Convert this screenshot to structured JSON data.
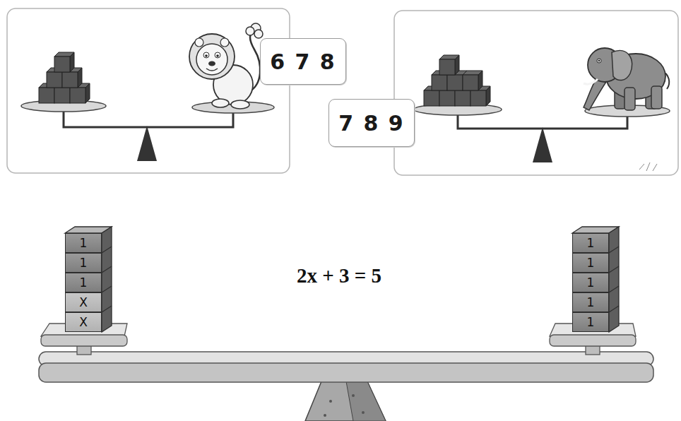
{
  "diagram": {
    "nodes": [
      {
        "text": [
          "6 7 8"
        ]
      },
      {
        "text": [
          "7 8 9"
        ]
      },
      {
        "text": [
          "1"
        ]
      },
      {
        "text": [
          "1"
        ]
      },
      {
        "text": [
          "1"
        ]
      },
      {
        "text": [
          "X"
        ]
      },
      {
        "text": [
          "X"
        ]
      },
      {
        "text": [
          "1"
        ]
      },
      {
        "text": [
          "1"
        ]
      },
      {
        "text": [
          "1"
        ]
      },
      {
        "text": [
          "1"
        ]
      },
      {
        "text": [
          "1"
        ]
      }
    ],
    "labels": [
      "2x + 3 = 5"
    ]
  }
}
